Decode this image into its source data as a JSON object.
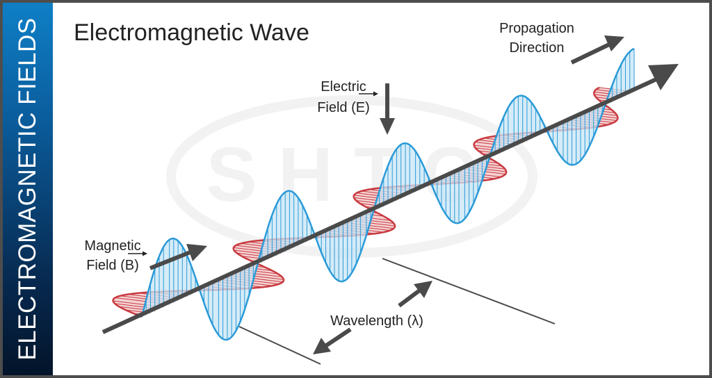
{
  "sidebar": {
    "label": "ELECTROMAGNETIC FIELDS"
  },
  "title": "Electromagnetic Wave",
  "labels": {
    "propagation_line1": "Propagation",
    "propagation_line2": "Direction",
    "electric_line1": "Electric",
    "electric_line2": "Field (E)",
    "magnetic_line1": "Magnetic",
    "magnetic_line2": "Field (B)",
    "wavelength": "Wavelength (λ)"
  },
  "watermark": "SHTC",
  "colors": {
    "electric": "#2a9ad8",
    "electric_fill": "#c7e5f6",
    "magnetic": "#c83a40",
    "magnetic_fill": "#f1c4c6",
    "axis": "#4a4a4a",
    "sidebar_top": "#0f7fc6",
    "sidebar_bottom": "#03142a"
  }
}
